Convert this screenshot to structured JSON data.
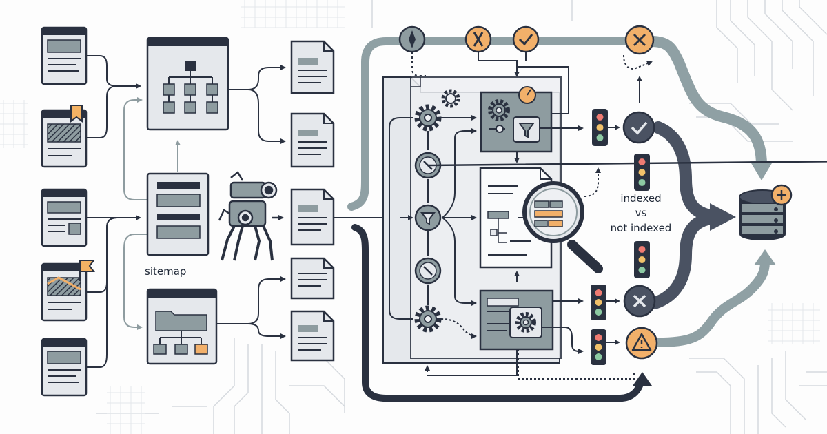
{
  "labels": {
    "sitemap": "sitemap",
    "indexed": "indexed",
    "vs": "vs",
    "not_indexed": "not indexed"
  },
  "palette": {
    "ink": "#2a3140",
    "panel": "#e5e8ec",
    "panel_light": "#eef0f3",
    "slate": "#8e9ca0",
    "flow_dark": "#4a5262",
    "flow_grey": "#8fa0a4",
    "accent": "#f2b06a",
    "bookmark": "#f3b264",
    "light_red": "#ef7b72",
    "light_yellow": "#f1c16a",
    "light_green": "#8cc9a2"
  },
  "icons": {
    "pages": "web-page-icon",
    "sitemap_tree": "sitemap-tree-icon",
    "crawler": "crawler-robot-icon",
    "document": "document-icon",
    "gear": "gear-icon",
    "compass": "compass-icon",
    "filter": "filter-icon",
    "check": "check-icon",
    "close": "x-icon",
    "warning": "warning-icon",
    "traffic_light": "traffic-light-icon",
    "magnifier": "magnifier-icon",
    "database": "database-plus-icon",
    "gauge": "gauge-icon"
  }
}
